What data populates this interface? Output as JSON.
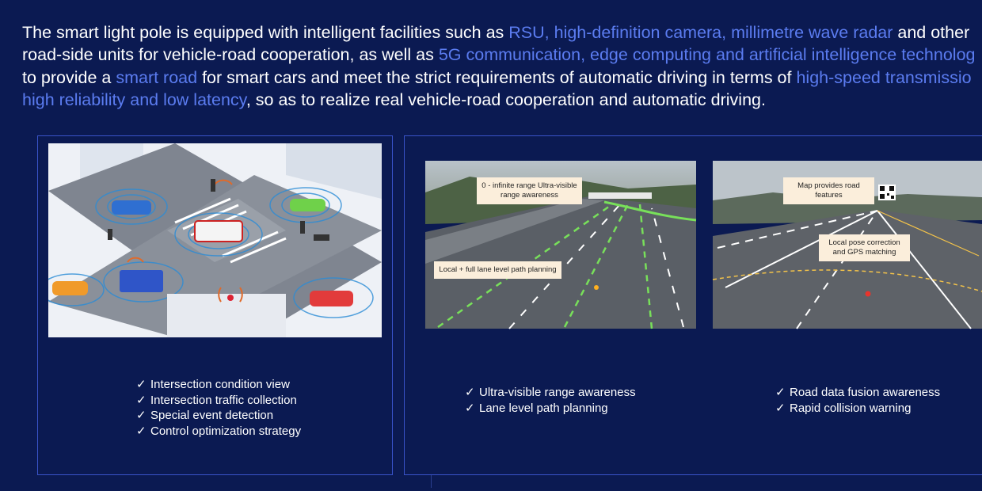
{
  "intro": {
    "line1": [
      {
        "text": "The smart light pole is equipped with intelligent facilities such as ",
        "hl": false
      },
      {
        "text": "RSU, high-definition camera, millimetre wave radar",
        "hl": true
      },
      {
        "text": " and other",
        "hl": false
      }
    ],
    "line2": [
      {
        "text": "road-side units for vehicle-road cooperation, as well as ",
        "hl": false
      },
      {
        "text": "5G communication, edge computing and artificial intelligence technolog",
        "hl": true
      }
    ],
    "line3": [
      {
        "text": "to provide a ",
        "hl": false
      },
      {
        "text": "smart road",
        "hl": true
      },
      {
        "text": " for smart cars and meet the strict requirements of automatic driving in terms of ",
        "hl": false
      },
      {
        "text": "high-speed transmissio",
        "hl": true
      }
    ],
    "line4": [
      {
        "text": "high reliability and low latency",
        "hl": true
      },
      {
        "text": ", so as to realize real vehicle-road cooperation and automatic driving.",
        "hl": false
      }
    ]
  },
  "colors": {
    "background": "#0b1a52",
    "highlight": "#5b7cf0",
    "panel_border": "#3953c9"
  },
  "callouts": {
    "range_awareness": "0 - infinite range Ultra-visible range awareness",
    "path_planning": "Local + full lane level path planning",
    "map_features": "Map provides road features",
    "pose_correction": "Local pose correction and GPS matching"
  },
  "lists": {
    "left": [
      "Intersection condition view",
      "Intersection traffic collection",
      "Special event detection",
      "Control optimization strategy"
    ],
    "middle": [
      "Ultra-visible range awareness",
      "Lane level path planning"
    ],
    "right": [
      "Road data fusion awareness",
      "Rapid collision warning"
    ],
    "check_glyph": "✓"
  }
}
